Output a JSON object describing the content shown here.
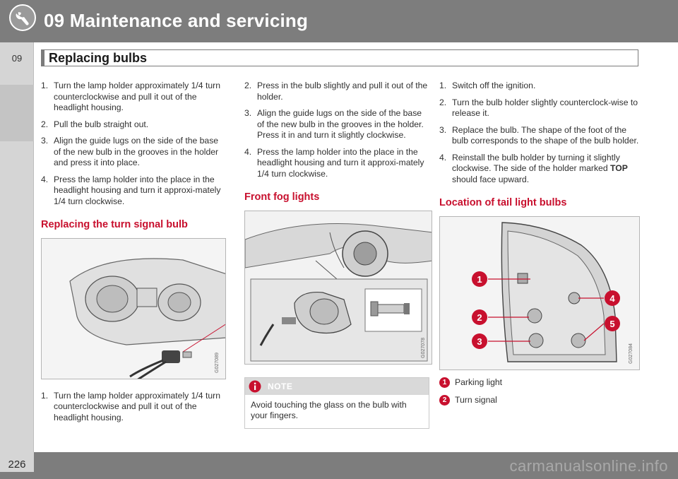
{
  "header": {
    "chapter_title": "09 Maintenance and servicing"
  },
  "sidebar": {
    "tab_number": "09"
  },
  "section": {
    "title": "Replacing bulbs"
  },
  "col1": {
    "steps_top": [
      {
        "num": "1.",
        "text": "Turn the lamp holder approximately 1/4 turn counterclockwise and pull it out of the headlight housing."
      },
      {
        "num": "2.",
        "text": "Pull the bulb straight out."
      },
      {
        "num": "3.",
        "text": "Align the guide lugs on the side of the base of the new bulb in the grooves in the holder and press it into place."
      },
      {
        "num": "4.",
        "text": "Press the lamp holder into the place in the headlight housing and turn it approxi-mately 1/4 turn clockwise."
      }
    ],
    "heading": "Replacing the turn signal bulb",
    "figure_code": "G027089",
    "steps_bottom": [
      {
        "num": "1.",
        "text": "Turn the lamp holder approximately 1/4 turn counterclockwise and pull it out of the headlight housing."
      }
    ]
  },
  "col2": {
    "steps": [
      {
        "num": "2.",
        "text": "Press in the bulb slightly and pull it out of the holder."
      },
      {
        "num": "3.",
        "text": "Align the guide lugs on the side of the base of the new bulb in the grooves in the holder. Press it in and turn it slightly clockwise."
      },
      {
        "num": "4.",
        "text": "Press the lamp holder into the place in the headlight housing and turn it approxi-mately 1/4 turn clockwise."
      }
    ],
    "heading": "Front fog lights",
    "figure_code": "G027078",
    "note": {
      "label": "NOTE",
      "text": "Avoid touching the glass on the bulb with your fingers."
    }
  },
  "col3": {
    "steps": [
      {
        "num": "1.",
        "text": "Switch off the ignition."
      },
      {
        "num": "2.",
        "text": "Turn the bulb holder slightly counterclock-wise to release it."
      },
      {
        "num": "3.",
        "text": "Replace the bulb. The shape of the foot of the bulb corresponds to the shape of the bulb holder."
      },
      {
        "num": "4.",
        "text_before": "Reinstall the bulb holder by turning it slightly clockwise. The side of the holder marked ",
        "emphasis": "TOP",
        "text_after": " should face upward."
      }
    ],
    "heading": "Location of tail light bulbs",
    "figure_code": "G027084",
    "callouts": [
      "1",
      "2",
      "3",
      "4",
      "5"
    ],
    "legend": [
      {
        "num": "1",
        "label": "Parking light"
      },
      {
        "num": "2",
        "label": "Turn signal"
      }
    ]
  },
  "footer": {
    "page_number": "226",
    "watermark": "carmanualsonline.info"
  },
  "colors": {
    "header_gray": "#7d7d7d",
    "accent_red": "#c8102e",
    "tab_gray": "#d5d5d5"
  }
}
